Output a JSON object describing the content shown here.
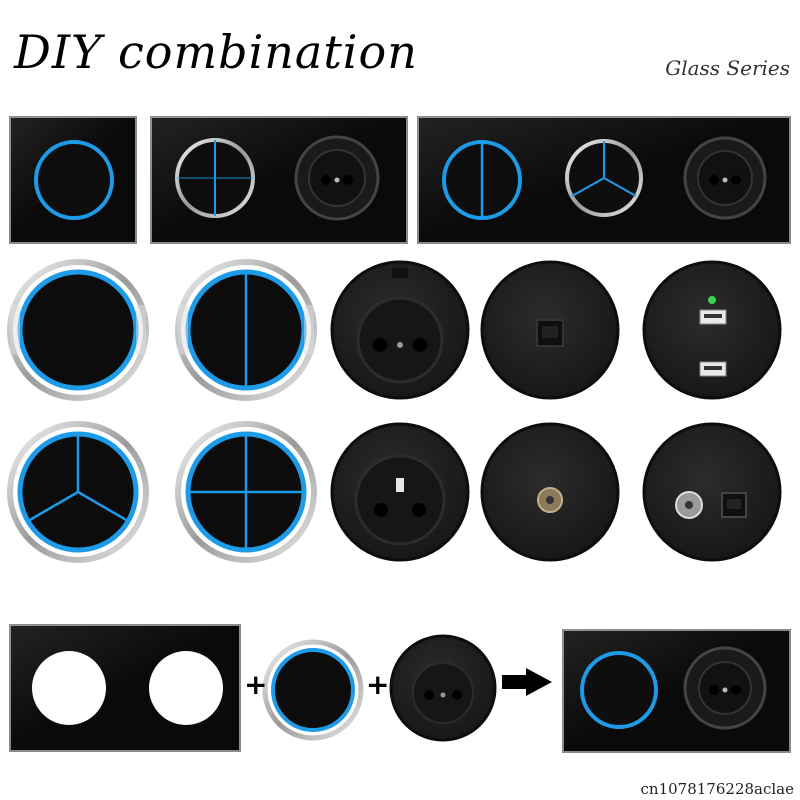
{
  "header": {
    "title": "DIY combination",
    "subtitle": "Glass Series"
  },
  "footer": {
    "watermark": "cn1078176228aclae"
  },
  "colors": {
    "accent_blue": "#1e9be8",
    "glass_black": "#0a0a0a",
    "module_black": "#1b1b1b",
    "chrome": "#d8d8d8"
  },
  "combination": {
    "plus_symbol": "+",
    "arrow_icon": "arrow-right-icon"
  }
}
